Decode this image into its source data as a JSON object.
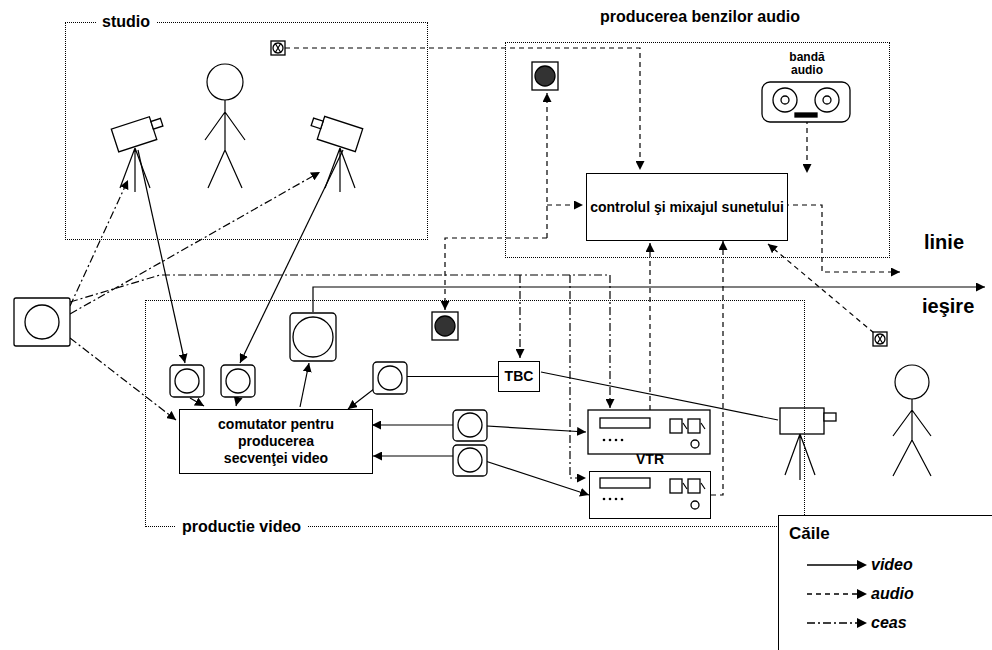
{
  "diagram": {
    "nodes": [
      {
        "text": [
          "studio"
        ]
      },
      {
        "text": [
          "producerea benzilor audio"
        ]
      },
      {
        "text": [
          "bandă audio"
        ],
        "in": 1
      },
      {
        "text": [
          "controlul şi mixajul sunetului"
        ],
        "in": 1
      },
      {
        "text": [
          "productie video"
        ]
      },
      {
        "text": [
          "comutator pentru producerea secvenţei video"
        ],
        "in": 4
      },
      {
        "text": [
          "TBC"
        ],
        "in": 4
      },
      {
        "text": [
          "VTR"
        ],
        "in": 4
      }
    ],
    "edges": [
      {
        "from": 2,
        "to": 3,
        "arrow": "to"
      },
      {
        "from": 7,
        "to": 3,
        "arrow": "to"
      },
      {
        "from": 5,
        "to": 7,
        "arrow": "both"
      },
      {
        "from": 6,
        "to": 5,
        "arrow": "to"
      }
    ],
    "labels": [
      "linie",
      "ieşire",
      "Căile"
    ],
    "legend": [
      {
        "text": "video"
      },
      {
        "text": "audio"
      },
      {
        "text": "ceas"
      }
    ]
  }
}
